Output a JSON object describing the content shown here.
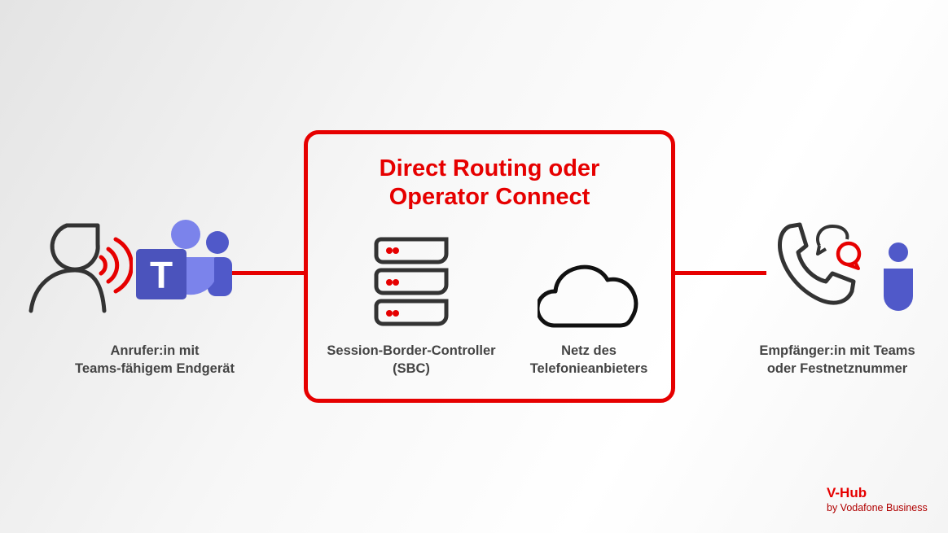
{
  "title": {
    "line1": "Direct Routing oder",
    "line2": "Operator Connect"
  },
  "caller": {
    "line1": "Anrufer:in mit",
    "line2": "Teams-fähigem Endgerät"
  },
  "sbc": {
    "line1": "Session-Border-Controller",
    "line2": "(SBC)"
  },
  "network": {
    "line1": "Netz des",
    "line2": "Telefonieanbieters"
  },
  "receiver": {
    "line1": "Empfänger:in mit Teams",
    "line2": "oder Festnetznummer"
  },
  "teams_letter": "T",
  "brand": {
    "name": "V-Hub",
    "sub": "by Vodafone Business"
  },
  "colors": {
    "accent": "#e60000",
    "teams": "#5059c9",
    "icon": "#333333"
  }
}
